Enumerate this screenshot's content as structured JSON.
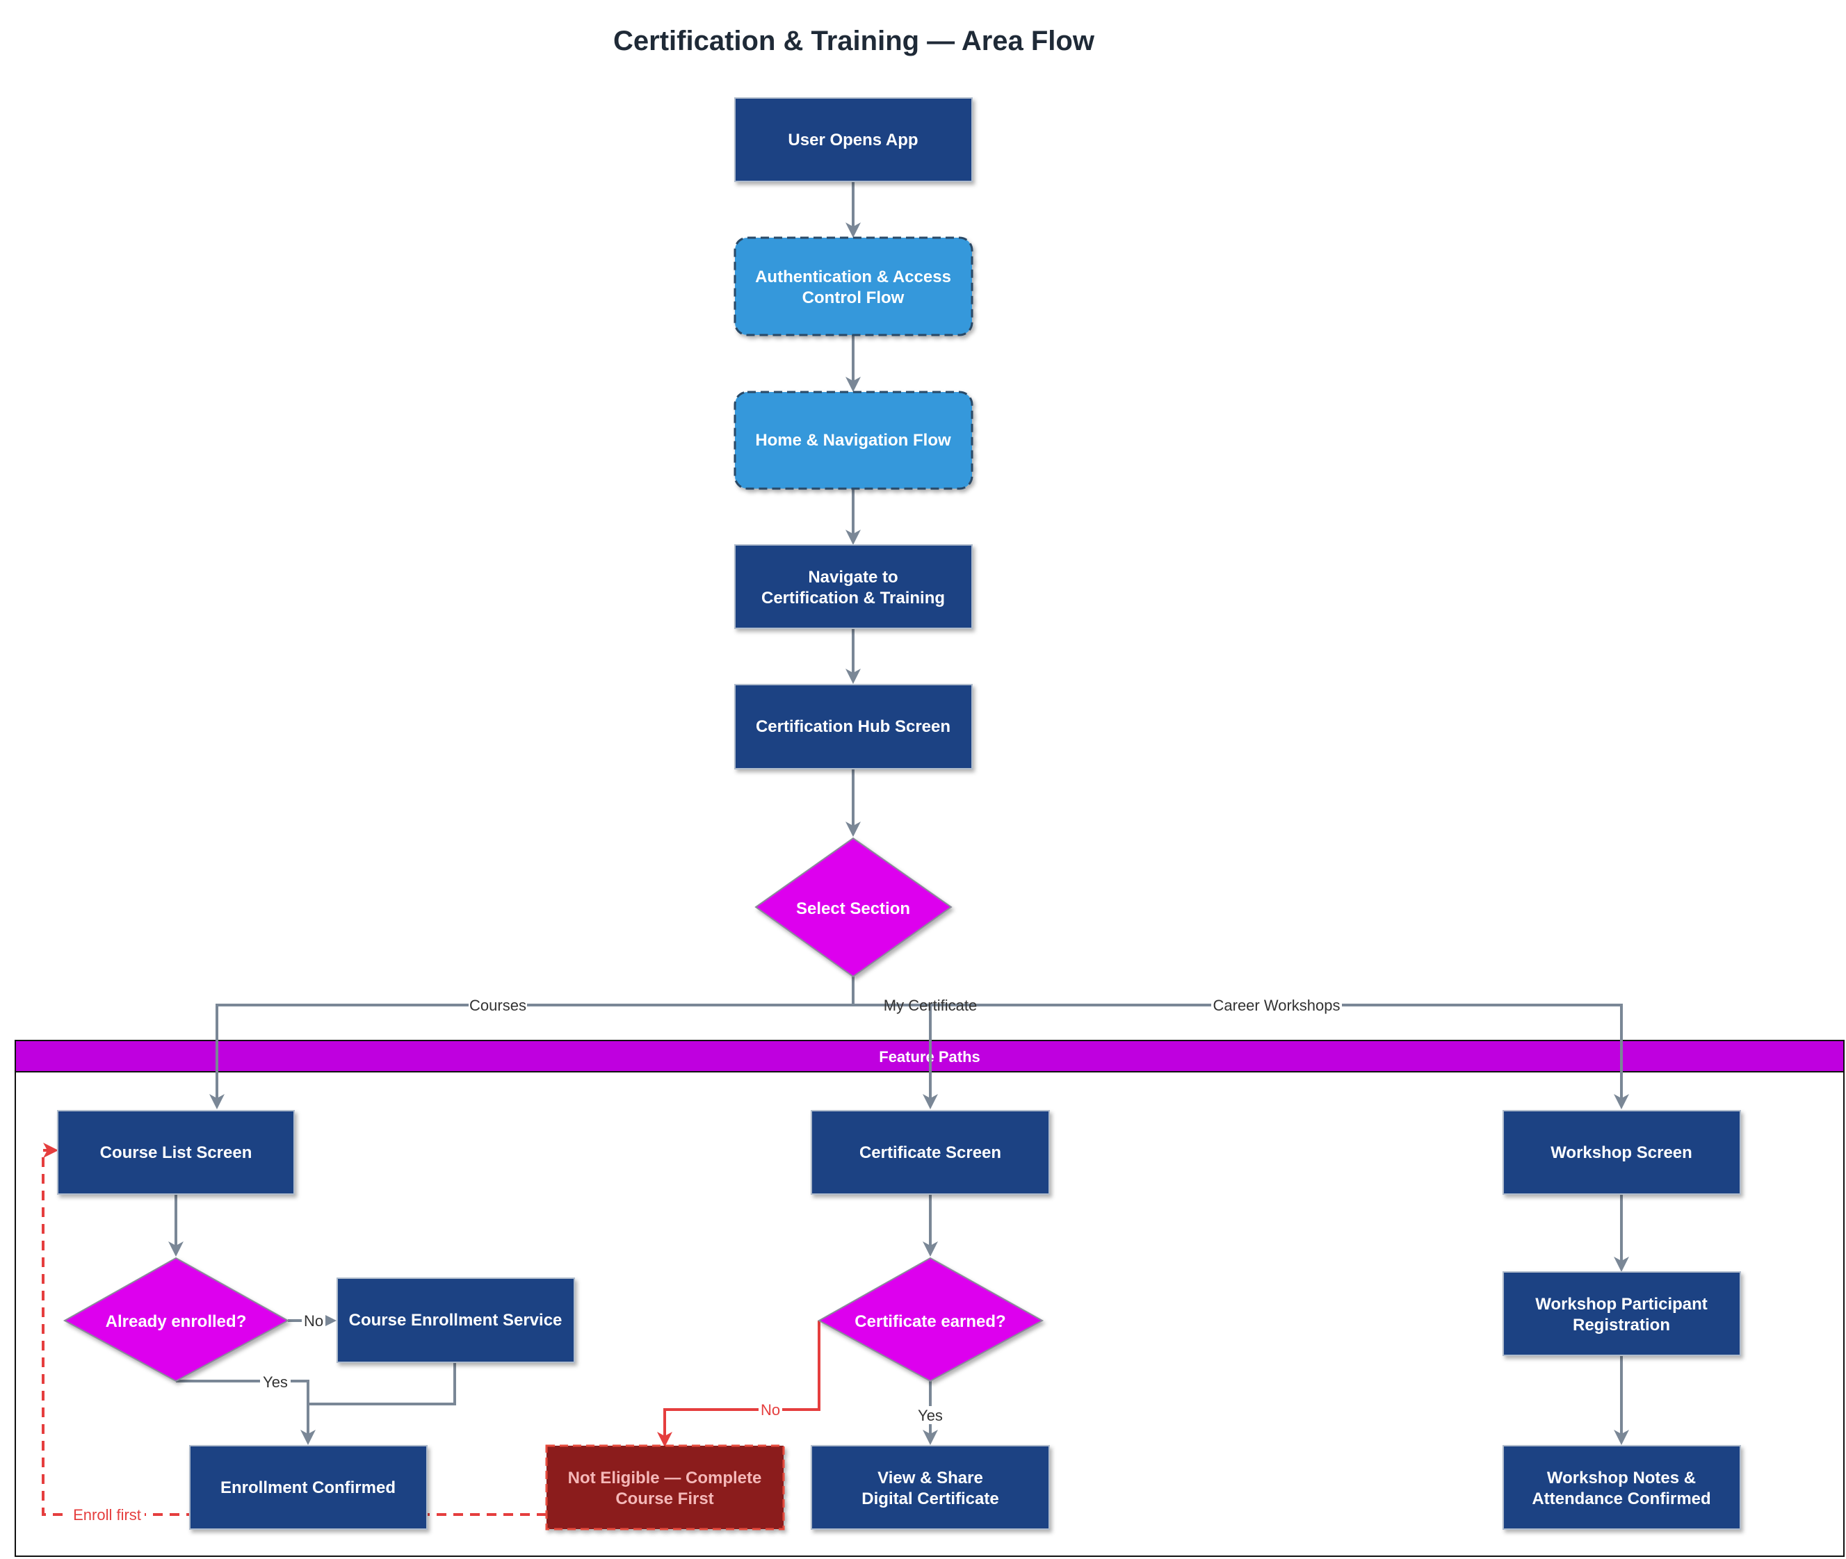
{
  "title": "Certification & Training — Area Flow",
  "colors": {
    "process": "#1d4283",
    "subflow": "#3498db",
    "decision": "#dd00ee",
    "error": "#8b1e1e",
    "error_border": "#e74c3c",
    "edge": "#7a8796",
    "error_edge": "#e53e3e",
    "swimlane_header": "#bf00df"
  },
  "swimlane": {
    "label": "Feature Paths"
  },
  "nodes": {
    "user_opens_app": {
      "label": "User Opens App"
    },
    "auth_flow": {
      "line1": "Authentication & Access",
      "line2": "Control Flow"
    },
    "home_nav_flow": {
      "label": "Home & Navigation Flow"
    },
    "navigate": {
      "line1": "Navigate to",
      "line2": "Certification & Training"
    },
    "hub": {
      "label": "Certification Hub Screen"
    },
    "select_section": {
      "label": "Select Section"
    },
    "course_list": {
      "label": "Course List Screen"
    },
    "certificate_screen": {
      "label": "Certificate Screen"
    },
    "workshop_screen": {
      "label": "Workshop Screen"
    },
    "already_enrolled": {
      "label": "Already enrolled?"
    },
    "enrollment_service": {
      "label": "Course Enrollment Service"
    },
    "enrollment_confirmed": {
      "label": "Enrollment Confirmed"
    },
    "certificate_earned": {
      "label": "Certificate earned?"
    },
    "not_eligible": {
      "line1": "Not Eligible — Complete",
      "line2": "Course First"
    },
    "view_share": {
      "line1": "View & Share",
      "line2": "Digital Certificate"
    },
    "workshop_registration": {
      "line1": "Workshop Participant",
      "line2": "Registration"
    },
    "workshop_notes": {
      "line1": "Workshop Notes &",
      "line2": "Attendance Confirmed"
    }
  },
  "edge_labels": {
    "courses": "Courses",
    "my_certificate": "My Certificate",
    "career_workshops": "Career Workshops",
    "enrolled_no": "No",
    "enrolled_yes": "Yes",
    "earned_no": "No",
    "earned_yes": "Yes",
    "enroll_first": "Enroll first"
  }
}
